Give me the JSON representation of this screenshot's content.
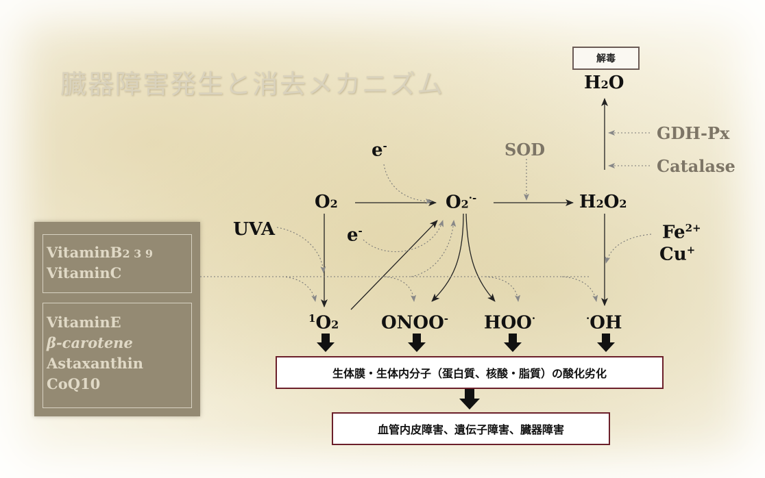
{
  "title": "臓器障害発生と消去メカニズム",
  "detox_label": "解毒",
  "nodes": {
    "h2o": {
      "base": "H",
      "sub": "2",
      "tail": "O"
    },
    "o2": {
      "base": "O",
      "sub": "2"
    },
    "superoxide": {
      "base": "O",
      "sub": "2",
      "sup": "·-"
    },
    "h2o2": {
      "base": "H",
      "sub": "2",
      "mid": "O",
      "sub2": "2"
    },
    "singlet_o2": {
      "pre": "1",
      "base": "O",
      "sub": "2"
    },
    "onoo": {
      "base": "ONOO",
      "sup": "-"
    },
    "hoo": {
      "base": "HOO",
      "sup": "·"
    },
    "oh": {
      "pre": "·",
      "base": "OH"
    },
    "uva": "UVA",
    "e1": {
      "base": "e",
      "sup": "-"
    },
    "e2": {
      "base": "e",
      "sup": "-"
    },
    "fe": {
      "base": "Fe",
      "sup": "2+"
    },
    "cu": {
      "base": "Cu",
      "sup": "+"
    }
  },
  "enzymes": {
    "sod": "SOD",
    "gdh": "GDH-Px",
    "catalase": "Catalase"
  },
  "panel": {
    "group1": [
      "VitaminB",
      "VitaminC"
    ],
    "group1_sub": "2 3 9",
    "group2": [
      "VitaminE",
      "β-carotene",
      "Astaxanthin",
      "CoQ10"
    ]
  },
  "boxes": {
    "damage": "生体膜・生体内分子（蛋白質、核酸・脂質）の酸化劣化",
    "result": "血管内皮障害、遺伝子障害、臓器障害"
  },
  "colors": {
    "box_border": "#6b1f2a",
    "panel": "#948a73",
    "enzyme": "#7d7566"
  }
}
